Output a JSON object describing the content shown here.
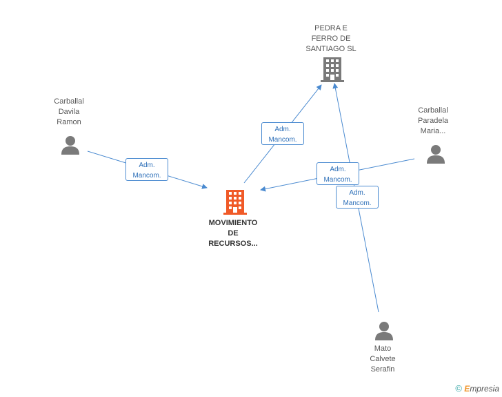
{
  "nodes": {
    "movimiento": {
      "lines": [
        "MOVIMIENTO",
        "DE",
        "RECURSOS..."
      ],
      "icon": "building-icon",
      "color": "#f05a28"
    },
    "pedra": {
      "lines": [
        "PEDRA E",
        "FERRO DE",
        "SANTIAGO SL"
      ],
      "icon": "building-icon",
      "color": "#7a7a7a"
    },
    "carballal_davila": {
      "lines": [
        "Carballal",
        "Davila",
        "Ramon"
      ],
      "icon": "person-icon",
      "color": "#7a7a7a"
    },
    "carballal_paradela": {
      "lines": [
        "Carballal",
        "Paradela",
        "Maria..."
      ],
      "icon": "person-icon",
      "color": "#7a7a7a"
    },
    "mato": {
      "lines": [
        "Mato",
        "Calvete",
        "Serafin"
      ],
      "icon": "person-icon",
      "color": "#7a7a7a"
    }
  },
  "edges": [
    {
      "from": "carballal_davila",
      "to": "movimiento",
      "lines": [
        "Adm.",
        "Mancom."
      ]
    },
    {
      "from": "movimiento",
      "to": "pedra",
      "lines": [
        "Adm.",
        "Mancom."
      ]
    },
    {
      "from": "carballal_paradela",
      "to": "movimiento",
      "lines": [
        "Adm.",
        "Mancom."
      ]
    },
    {
      "from": "mato",
      "to": "pedra",
      "lines": [
        "Adm.",
        "Mancom."
      ]
    }
  ],
  "edge_color": "#4a8ad0",
  "footer": {
    "copyright": "©",
    "brand_initial": "E",
    "brand_rest": "mpresia"
  }
}
